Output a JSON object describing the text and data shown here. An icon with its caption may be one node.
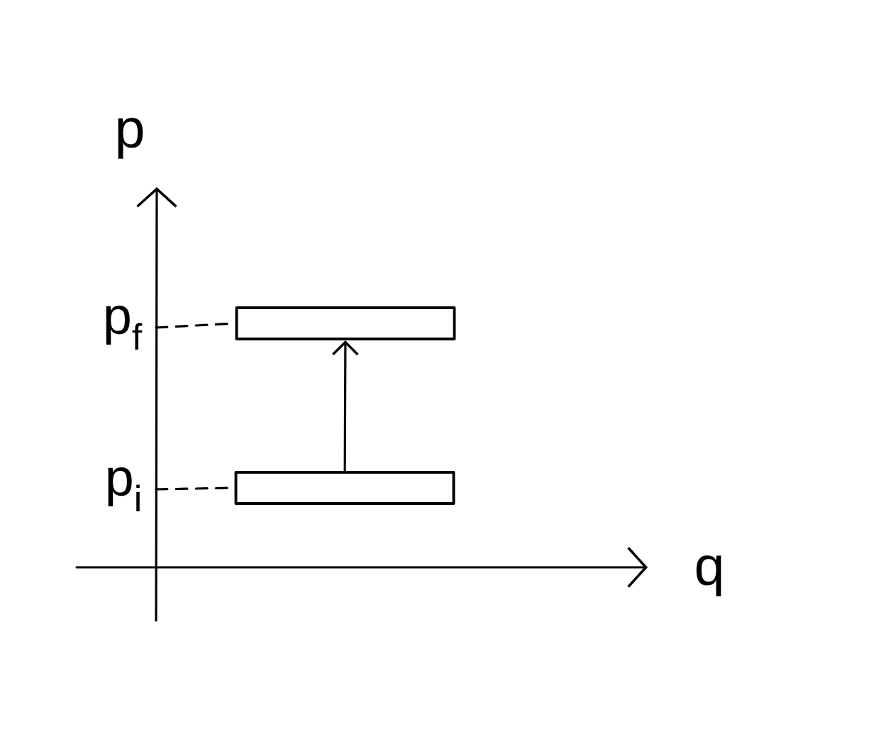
{
  "diagram": {
    "nodes": [
      {
        "text": [
          "p$_{f}$"
        ]
      },
      {
        "text": [],
        "shape": "box"
      },
      {
        "text": [
          "p$_{i}$"
        ]
      },
      {
        "text": [],
        "shape": "box"
      }
    ],
    "edges": [
      {
        "from": 0,
        "to": 1,
        "arrow": "none",
        "style": "dashed"
      },
      {
        "from": 2,
        "to": 3,
        "arrow": "none",
        "style": "dashed"
      },
      {
        "from": 3,
        "to": 1,
        "arrow": "to"
      }
    ],
    "labels": [
      "p",
      "q"
    ]
  }
}
